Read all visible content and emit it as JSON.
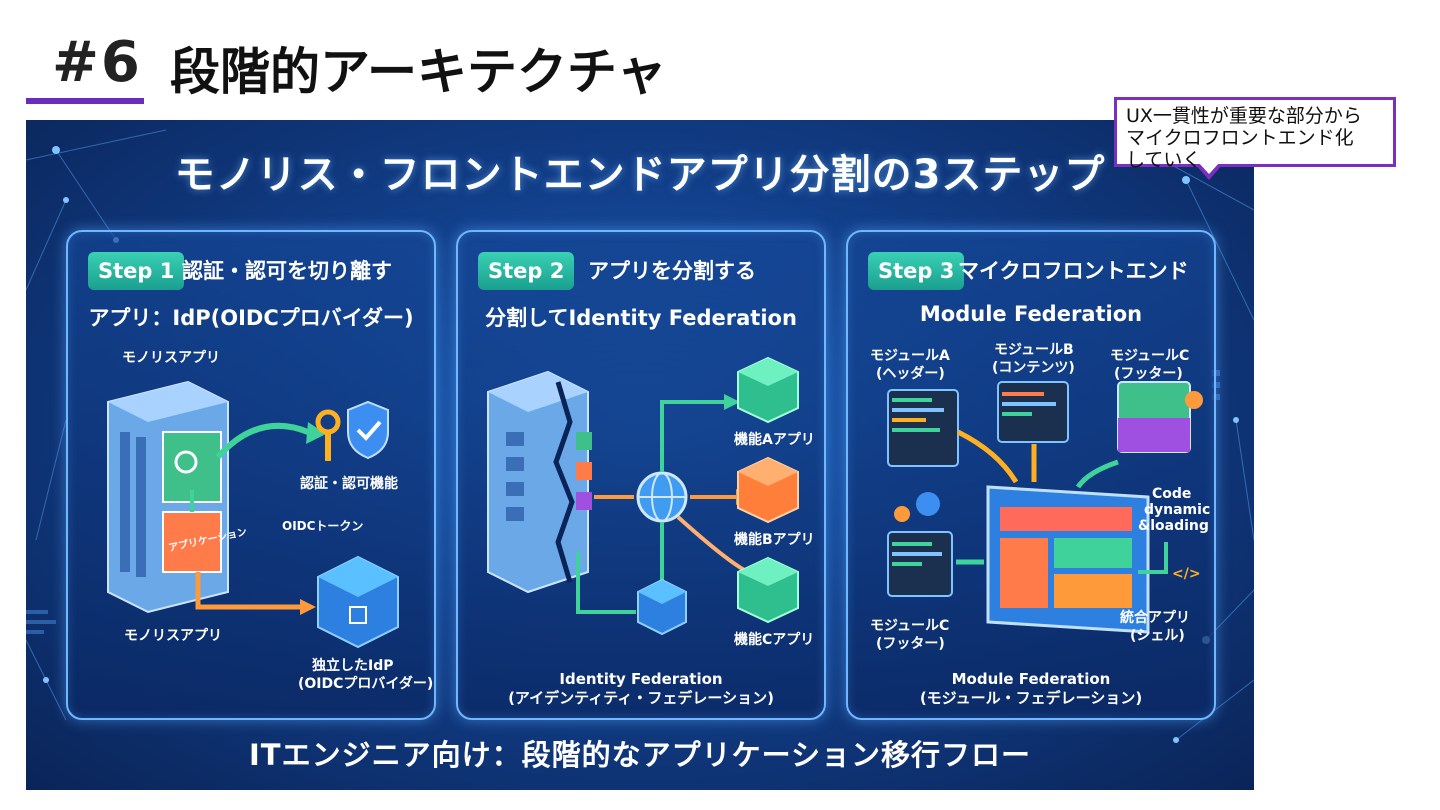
{
  "slide": {
    "number": "#6",
    "title": "段階的アーキテクチャ"
  },
  "callout": {
    "lines": [
      "UX一貫性が重要な部分から",
      "マイクロフロントエンド化",
      "していく"
    ]
  },
  "infographic": {
    "heading": "モノリス・フロントエンドアプリ分割の3ステップ",
    "steps": [
      {
        "badge": "Step 1",
        "title": "認証・認可を切り離す",
        "subtitle": "アプリ：IdP(OIDCプロバイダー)",
        "labels": {
          "monolith_top": "モノリスアプリ",
          "auth": "認証・認可機能",
          "app_panel": "アプリケーション",
          "token": "OIDCトークン",
          "monolith_bottom": "モノリスアプリ",
          "idp_line1": "独立したIdP",
          "idp_line2": "(OIDCプロバイダー)"
        }
      },
      {
        "badge": "Step 2",
        "title": "アプリを分割する",
        "subtitle": "分割してIdentity Federation",
        "labels": {
          "app_a": "機能Aアプリ",
          "app_b": "機能Bアプリ",
          "app_c": "機能Cアプリ",
          "footer_line1": "Identity Federation",
          "footer_line2": "(アイデンティティ・フェデレーション)"
        }
      },
      {
        "badge": "Step 3",
        "title": "マイクロフロントエンド",
        "subtitle": "Module Federation",
        "labels": {
          "mod_a_1": "モジュールA",
          "mod_a_2": "(ヘッダー)",
          "mod_b_1": "モジュールB",
          "mod_b_2": "(コンテンツ)",
          "mod_c_1": "モジュールC",
          "mod_c_2": "(フッター)",
          "code_1": "Code",
          "code_2": "dynamic",
          "code_3": "&loading",
          "code_tag": "</>",
          "mod_c2_1": "モジュールC",
          "mod_c2_2": "(フッター)",
          "shell_1": "統合アプリ",
          "shell_2": "(シェル)",
          "footer_line1": "Module Federation",
          "footer_line2": "(モジュール・フェデレーション)"
        }
      }
    ],
    "bottom_banner": "ITエンジニア向け：段階的なアプリケーション移行フロー"
  },
  "colors": {
    "accent_purple": "#6a2bbf",
    "step_teal": "#22b3a0",
    "panel_border": "#6fb8ff",
    "bg_blue": "#123f8a"
  }
}
